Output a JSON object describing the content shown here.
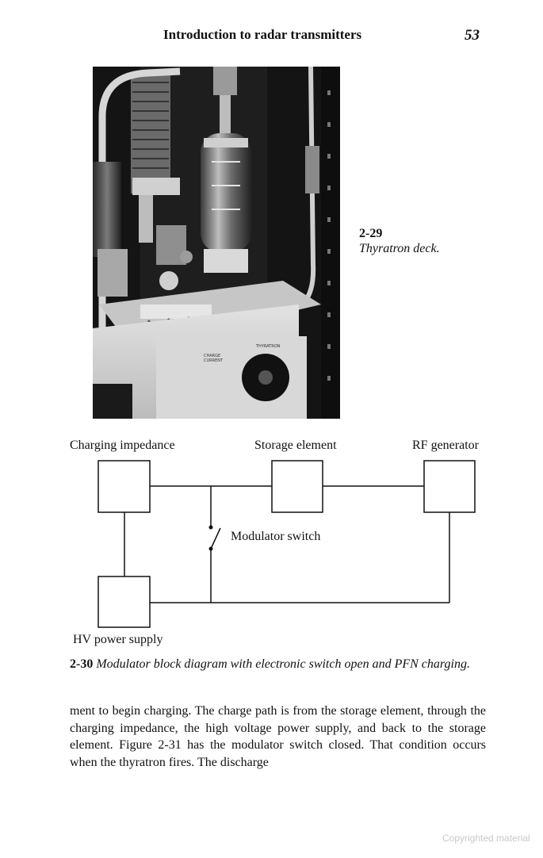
{
  "header": {
    "running_title": "Introduction to radar transmitters",
    "page_number": "53"
  },
  "figure_2_29": {
    "number": "2-29",
    "caption": "Thyratron deck.",
    "photo_labels": {
      "l1": "CHARGE",
      "l2": "CURRENT",
      "l3": "THYRATRON"
    }
  },
  "figure_2_30": {
    "number": "2-30",
    "caption": "Modulator block diagram with electronic switch open and PFN charging.",
    "labels": {
      "charging_impedance": "Charging impedance",
      "storage_element": "Storage element",
      "rf_generator": "RF generator",
      "modulator_switch": "Modulator switch",
      "hv_power_supply": "HV power supply"
    }
  },
  "body_text": "ment to begin charging. The charge path is from the storage element, through the charging impedance, the high voltage power supply, and back to the storage element. Figure 2-31 has the modulator switch closed. That condition occurs when the thyratron fires. The discharge",
  "watermark": "Copyrighted material"
}
